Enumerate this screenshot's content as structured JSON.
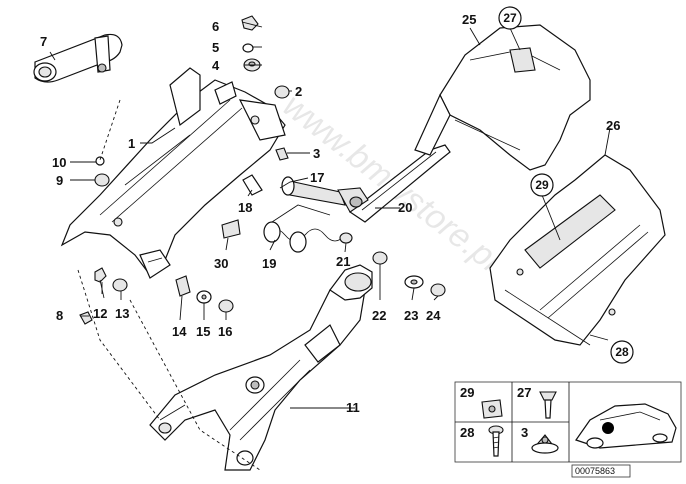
{
  "diagram": {
    "watermark": "www.bmwstore.pl",
    "drawing_number": "00075863",
    "callouts": {
      "c1": "1",
      "c2": "2",
      "c3": "3",
      "c4": "4",
      "c5": "5",
      "c6": "6",
      "c7": "7",
      "c8": "8",
      "c9": "9",
      "c10": "10",
      "c11": "11",
      "c12": "12",
      "c13": "13",
      "c14": "14",
      "c15": "15",
      "c16": "16",
      "c17": "17",
      "c18": "18",
      "c19": "19",
      "c20": "20",
      "c21": "21",
      "c22": "22",
      "c23": "23",
      "c24": "24",
      "c25": "25",
      "c26": "26",
      "c27": "27",
      "c28": "28",
      "c29": "29",
      "c30": "30"
    },
    "inset": {
      "i29": "29",
      "i27": "27",
      "i28": "28",
      "i3": "3"
    }
  }
}
